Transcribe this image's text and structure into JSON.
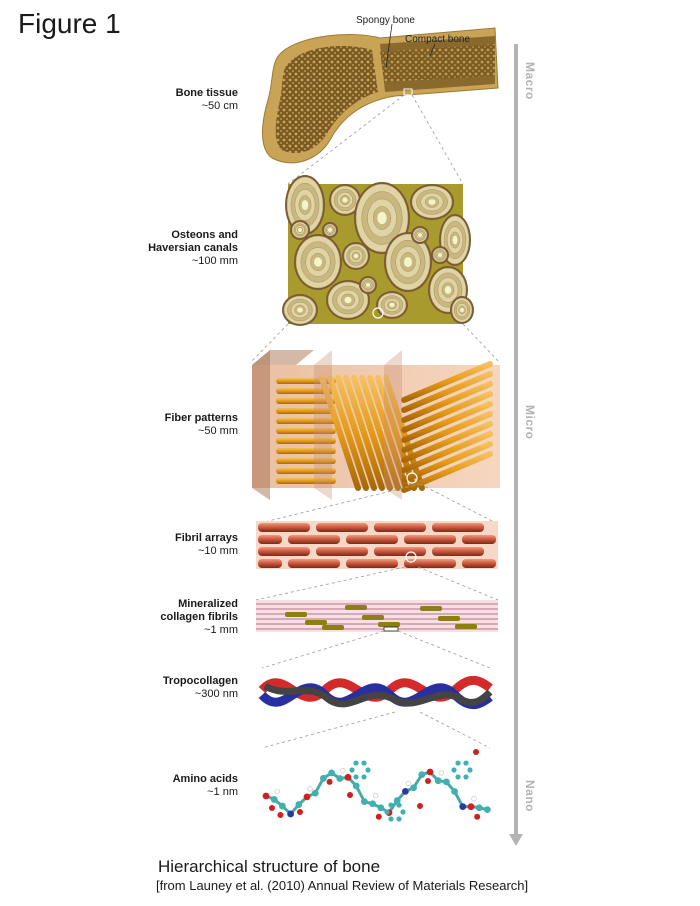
{
  "figure_title": "Figure 1",
  "bone_labels": {
    "spongy": "Spongy bone",
    "compact": "Compact bone"
  },
  "levels": [
    {
      "name": "Bone tissue",
      "size": "~50 cm"
    },
    {
      "name": "Osteons and\nHaversian canals",
      "size": "~100 mm"
    },
    {
      "name": "Fiber patterns",
      "size": "~50 mm"
    },
    {
      "name": "Fibril arrays",
      "size": "~10 mm"
    },
    {
      "name": "Mineralized\ncollagen fibrils",
      "size": "~1 mm"
    },
    {
      "name": "Tropocollagen",
      "size": "~300 nm"
    },
    {
      "name": "Amino acids",
      "size": "~1 nm"
    }
  ],
  "scale": {
    "macro": "Macro",
    "micro": "Micro",
    "nano": "Nano"
  },
  "caption": "Hierarchical structure of bone",
  "citation": "[from Launey et al. (2010) Annual Review of Materials Research]",
  "colors": {
    "bone": "#c9a456",
    "osteon_bg": "#a89a2c",
    "fiber": "#e8a020",
    "fibril": "#c8553a",
    "mineral": "#8b8010",
    "arrow": "#b3b3b3"
  }
}
